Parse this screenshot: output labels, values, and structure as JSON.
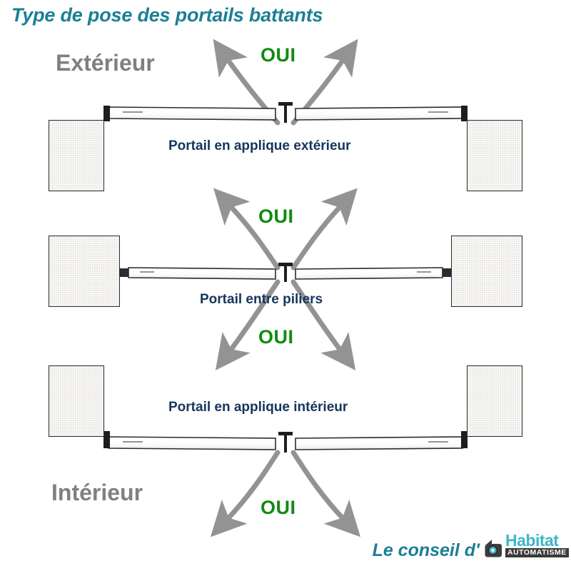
{
  "title": "Type de pose des portails battants",
  "labels": {
    "exterior_side": "Extérieur",
    "interior_side": "Intérieur",
    "yes": "OUI"
  },
  "cases": [
    {
      "id": "applique-exterieur",
      "caption": "Portail en applique extérieur",
      "swing": "exterior",
      "yes_labels": [
        "OUI"
      ]
    },
    {
      "id": "entre-piliers",
      "caption": "Portail entre piliers",
      "swing": "both",
      "yes_labels": [
        "OUI",
        "OUI"
      ]
    },
    {
      "id": "applique-interieur",
      "caption": "Portail en applique intérieur",
      "swing": "interior",
      "yes_labels": [
        "OUI"
      ]
    }
  ],
  "footer": {
    "tagline": "Le conseil d'",
    "brand_name": "Habitat",
    "brand_sub": "AUTOMATISME"
  },
  "colors": {
    "title": "#1b7f95",
    "caption": "#16355e",
    "yes": "#128a12",
    "side_label": "#808080",
    "arrow": "#939393",
    "pillar_fill": "#fafaf8",
    "pillar_border": "#2b2b33",
    "brand_teal": "#3fb6c8",
    "brand_dark": "#3a3a3a"
  }
}
